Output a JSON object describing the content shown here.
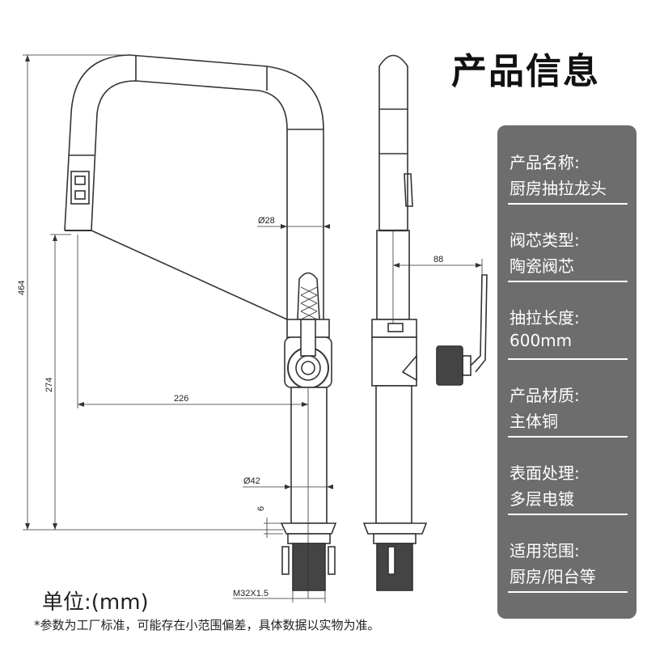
{
  "title": "产品信息",
  "specs": [
    {
      "label": "产品名称:",
      "value": "厨房抽拉龙头"
    },
    {
      "label": "阀芯类型:",
      "value": "陶瓷阀芯"
    },
    {
      "label": "抽拉长度:",
      "value": "600mm"
    },
    {
      "label": "产品材质:",
      "value": "主体铜"
    },
    {
      "label": "表面处理:",
      "value": "多层电镀"
    },
    {
      "label": "适用范围:",
      "value": "厨房/阳台等"
    }
  ],
  "dimensions": {
    "height_total": "464",
    "height_spout": "274",
    "reach": "226",
    "spout_diameter": "Ø28",
    "base_diameter": "Ø42",
    "base_thickness": "6",
    "handle_reach": "88",
    "thread": "M32X1.5"
  },
  "unit": "单位:(mm)",
  "note": "*参数为工厂标准，可能存在小范围偏差，具体数据以实物为准。",
  "colors": {
    "panel": "#6d6d6d",
    "line": "#222222"
  }
}
